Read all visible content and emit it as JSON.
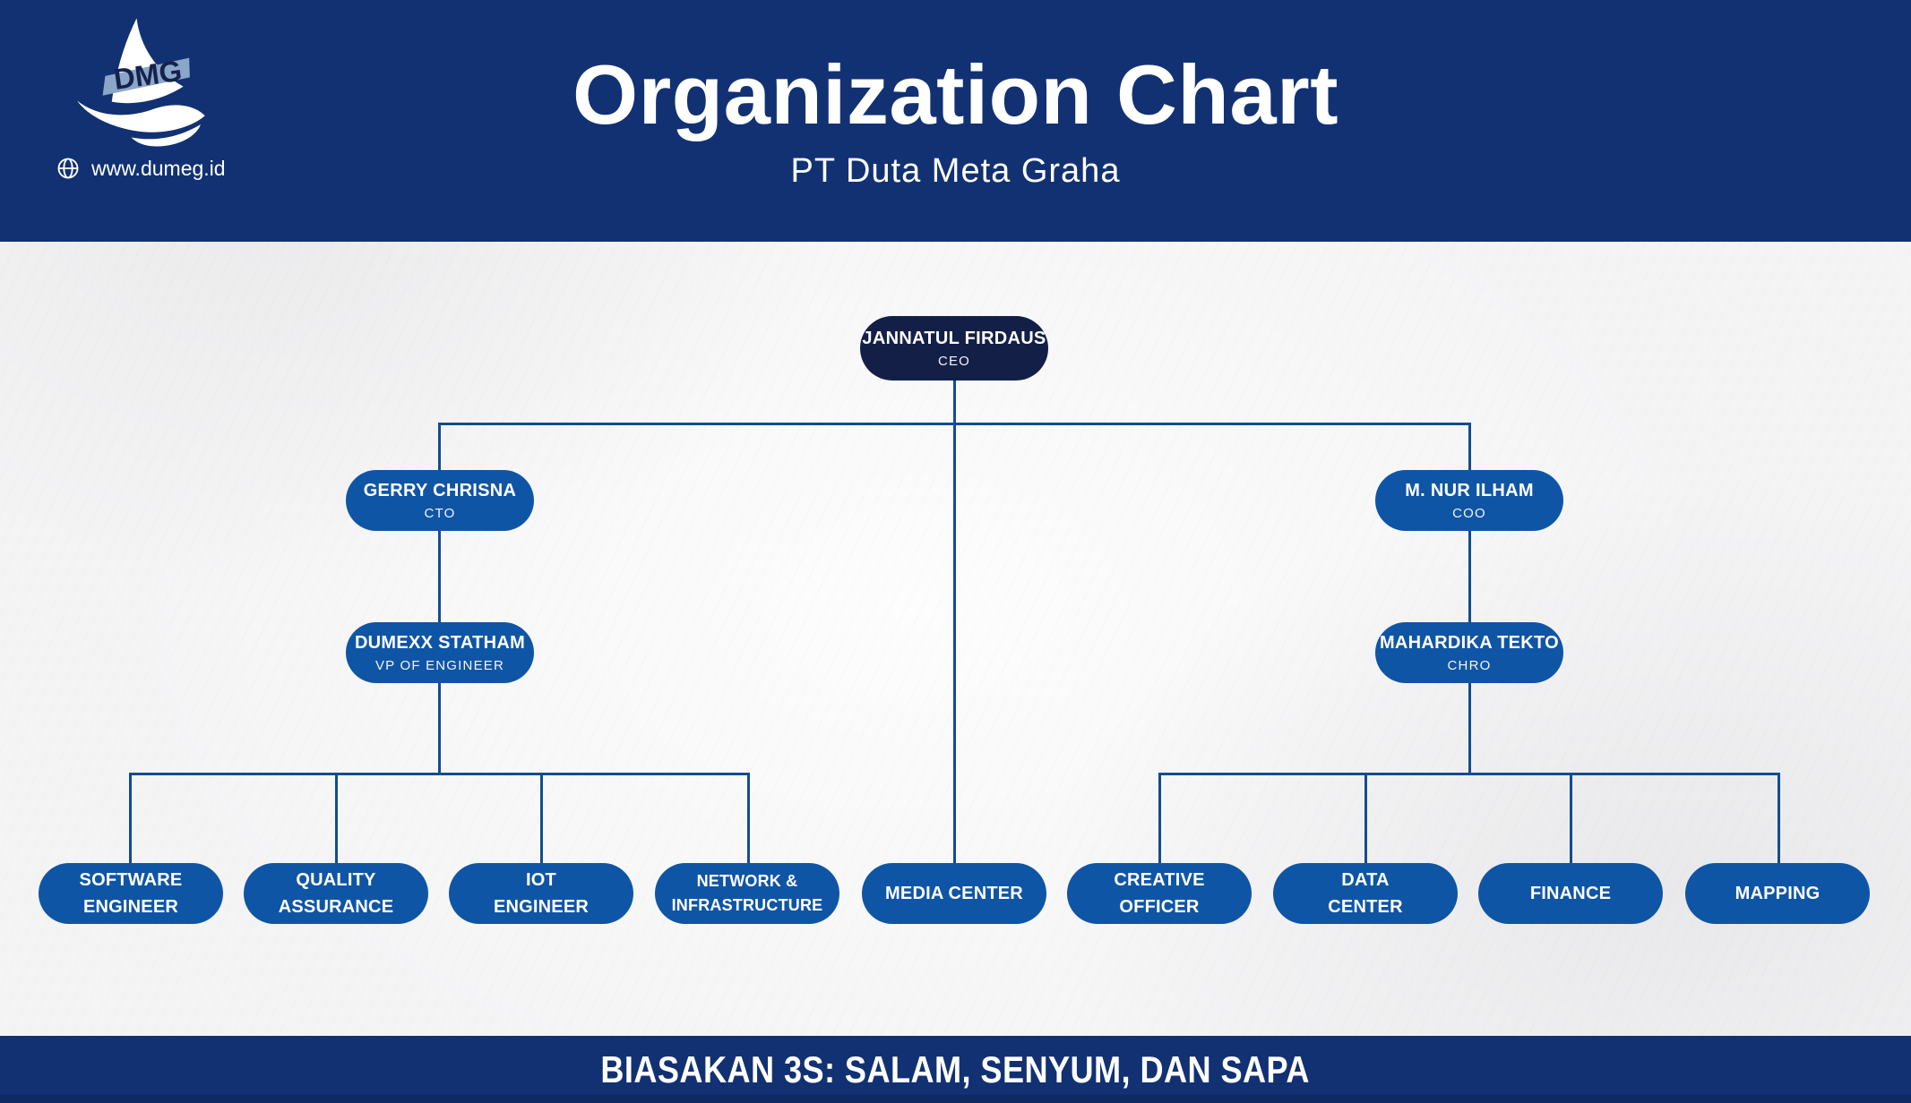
{
  "theme": {
    "page_bg": "#f4f5f6",
    "header_bg": "#123173",
    "footer_bg": "#123173",
    "footer_strip": "#0e2a61",
    "node_dark": "#131f46",
    "node_blue": "#0f55a5",
    "line_color": "#124d8f"
  },
  "header": {
    "title": "Organization Chart",
    "subtitle": "PT Duta Meta Graha",
    "website": "www.dumeg.id",
    "logo_text": "DMG",
    "icons": {
      "globe": "globe-icon",
      "logo": "dmg-sail-wave-logo"
    }
  },
  "org": {
    "ceo": {
      "name": "JANNATUL FIRDAUS",
      "role": "CEO"
    },
    "cto": {
      "name": "GERRY CHRISNA",
      "role": "CTO"
    },
    "coo": {
      "name": "M. NUR ILHAM",
      "role": "COO"
    },
    "vp": {
      "name": "DUMEXX STATHAM",
      "role": "VP OF ENGINEER"
    },
    "chro": {
      "name": "MAHARDIKA TEKTO",
      "role": "CHRO"
    },
    "departments": [
      {
        "line1": "SOFTWARE",
        "line2": "ENGINEER"
      },
      {
        "line1": "QUALITY",
        "line2": "ASSURANCE"
      },
      {
        "line1": "IOT",
        "line2": "ENGINEER"
      },
      {
        "line1": "NETWORK &",
        "line2": "INFRASTRUCTURE"
      },
      {
        "line1": "MEDIA CENTER",
        "line2": ""
      },
      {
        "line1": "CREATIVE",
        "line2": "OFFICER"
      },
      {
        "line1": "DATA",
        "line2": "CENTER"
      },
      {
        "line1": "FINANCE",
        "line2": ""
      },
      {
        "line1": "MAPPING",
        "line2": ""
      }
    ]
  },
  "footer": {
    "motto": "BIASAKAN 3S: SALAM, SENYUM, DAN SAPA"
  }
}
